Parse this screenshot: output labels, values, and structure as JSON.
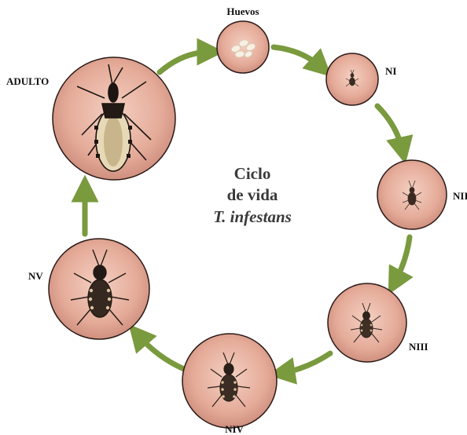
{
  "diagram": {
    "center": {
      "line1": "Ciclo",
      "line2": "de vida",
      "line3": "T. infestans"
    },
    "stages": [
      {
        "label": "Huevos"
      },
      {
        "label": "NI"
      },
      {
        "label": "NII"
      },
      {
        "label": "NIII"
      },
      {
        "label": "NIV"
      },
      {
        "label": "NV"
      },
      {
        "label": "ADULTO"
      }
    ],
    "colors": {
      "arrow": "#7a9a3e",
      "disc_center": "#f1c5b5",
      "disc_edge": "#cf8f7f",
      "disc_border": "#2a1a16"
    }
  }
}
